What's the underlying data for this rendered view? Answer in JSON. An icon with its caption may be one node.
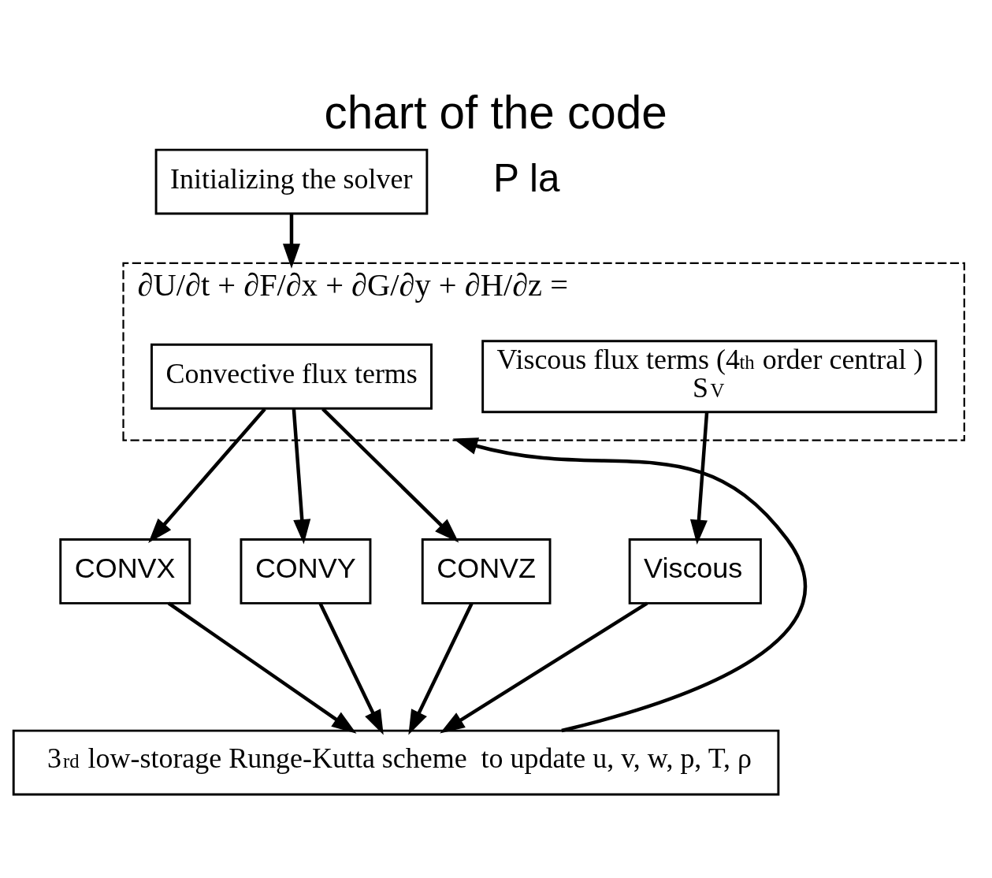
{
  "diagram": {
    "title": "chart of the code",
    "nodes": [
      {
        "text": [
          "Initializing the solver"
        ]
      },
      {
        "text": [
          "∂U/∂t + ∂F/∂x + ∂G/∂y + ∂H/∂z ="
        ]
      },
      {
        "text": [
          "Convective flux terms"
        ],
        "in": 1
      },
      {
        "text": [
          "Viscous flux terms (4$^{th}$ order central )",
          "S$_{V}$"
        ],
        "in": 1
      },
      {
        "text": [
          "CONVX"
        ]
      },
      {
        "text": [
          "CONVY"
        ]
      },
      {
        "text": [
          "CONVZ"
        ]
      },
      {
        "text": [
          "Viscous"
        ]
      },
      {
        "text": [
          "3$^{rd}$ low-storage Runge-Kutta scheme  to update u, v, w, p, T, ρ"
        ]
      }
    ],
    "edges": [
      {
        "from": 0,
        "to": 1,
        "arrow": "to"
      },
      {
        "from": 8,
        "to": 1,
        "arrow": "to"
      },
      {
        "from": 2,
        "to": 4,
        "arrow": "to"
      },
      {
        "from": 2,
        "to": 5,
        "arrow": "to"
      },
      {
        "from": 2,
        "to": 6,
        "arrow": "to"
      },
      {
        "from": 3,
        "to": 7,
        "arrow": "to"
      },
      {
        "from": 4,
        "to": 8,
        "arrow": "to"
      },
      {
        "from": 5,
        "to": 8,
        "arrow": "to"
      },
      {
        "from": 6,
        "to": 8,
        "arrow": "to"
      },
      {
        "from": 7,
        "to": 8,
        "arrow": "to"
      }
    ],
    "labels": [
      "P la"
    ]
  }
}
